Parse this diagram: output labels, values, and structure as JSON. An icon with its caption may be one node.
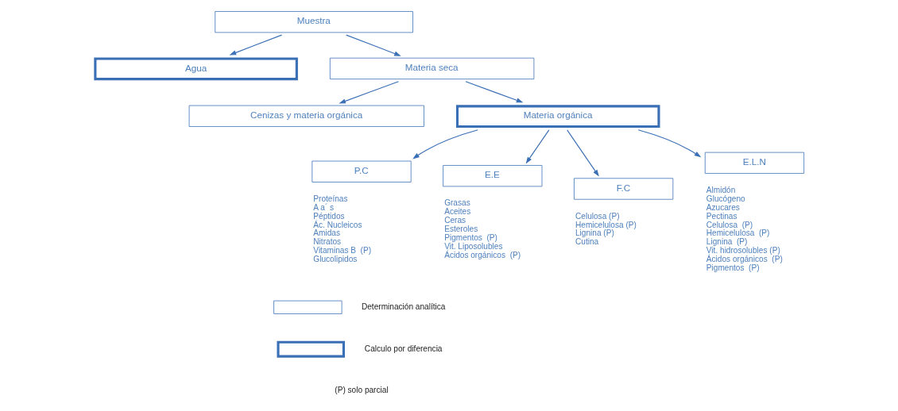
{
  "diagram": {
    "nodes": [
      {
        "text": [
          "Muestra"
        ]
      },
      {
        "text": [
          "Agua"
        ]
      },
      {
        "text": [
          "Materia seca"
        ]
      },
      {
        "text": [
          "Cenizas y materia orgánica"
        ]
      },
      {
        "text": [
          "Materia orgánica"
        ]
      },
      {
        "text": [
          "P.C"
        ],
        "beside": [
          "Proteínas",
          "A a´ s",
          "Péptidos",
          "Ác. Nucleicos",
          "Amidas",
          "Nitratos",
          "Vitaminas B  (P)",
          "Glucolipidos"
        ]
      },
      {
        "text": [
          "E.E"
        ],
        "beside": [
          "Grasas",
          "Aceites",
          "Ceras",
          "Esteroles",
          "Pigmentos  (P)",
          "Vit. Liposolubles",
          "Ácidos orgánicos  (P)"
        ]
      },
      {
        "text": [
          "F.C"
        ],
        "beside": [
          "Celulosa (P)",
          "Hemicelulosa (P)",
          "Lignina (P)",
          "Cutina"
        ]
      },
      {
        "text": [
          "E.L.N"
        ],
        "beside": [
          "Almidón",
          "Glucógeno",
          "Azucares",
          "Pectinas",
          "Celulosa  (P)",
          "Hemicelulosa  (P)",
          "Lignina  (P)",
          "Vit. hidrosolubles (P)",
          "Ácidos orgánicos  (P)",
          "Pigmentos  (P)"
        ]
      }
    ],
    "edges": [
      {
        "from": 0,
        "to": 1,
        "arrow": "to"
      },
      {
        "from": 0,
        "to": 2,
        "arrow": "to"
      },
      {
        "from": 2,
        "to": 3,
        "arrow": "to"
      },
      {
        "from": 2,
        "to": 4,
        "arrow": "to"
      },
      {
        "from": 4,
        "to": 5,
        "arrow": "to"
      },
      {
        "from": 4,
        "to": 6,
        "arrow": "to"
      },
      {
        "from": 4,
        "to": 7,
        "arrow": "to"
      },
      {
        "from": 4,
        "to": 8,
        "arrow": "to"
      }
    ],
    "labels": [
      "(P) solo parcial"
    ],
    "legend": [
      {
        "text": "Determinación analítica"
      },
      {
        "text": "Calculo por diferencia"
      }
    ]
  }
}
